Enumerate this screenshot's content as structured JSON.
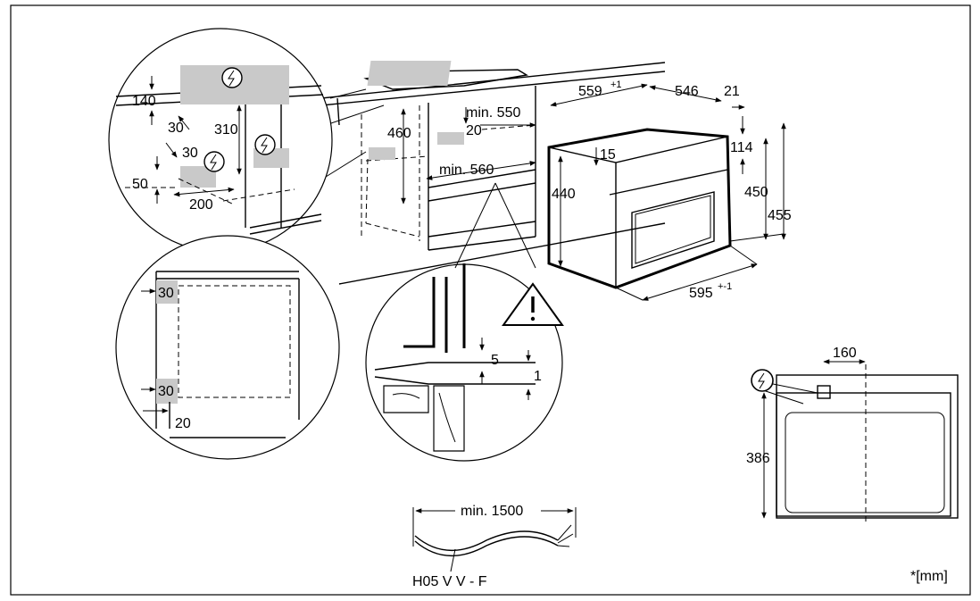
{
  "units_note": "*[mm]",
  "top_circle": {
    "labels": [
      "140",
      "310",
      "30",
      "30",
      "50",
      "200"
    ]
  },
  "main_view": {
    "labels": [
      "460",
      "min. 550",
      "20",
      "min. 560"
    ]
  },
  "oven": {
    "labels": [
      "559",
      "+1",
      "546",
      "21",
      "15",
      "114",
      "440",
      "450",
      "455",
      "595",
      "+-1"
    ]
  },
  "left_circle": {
    "labels": [
      "30",
      "30",
      "20"
    ]
  },
  "detail_circle": {
    "labels": [
      "5",
      "1"
    ]
  },
  "front_view": {
    "labels": [
      "160",
      "386"
    ]
  },
  "cable": {
    "length_label": "min. 1500",
    "type_label": "H05 V V - F"
  },
  "icons": [
    "power-connection-icon",
    "warning-triangle-icon"
  ]
}
